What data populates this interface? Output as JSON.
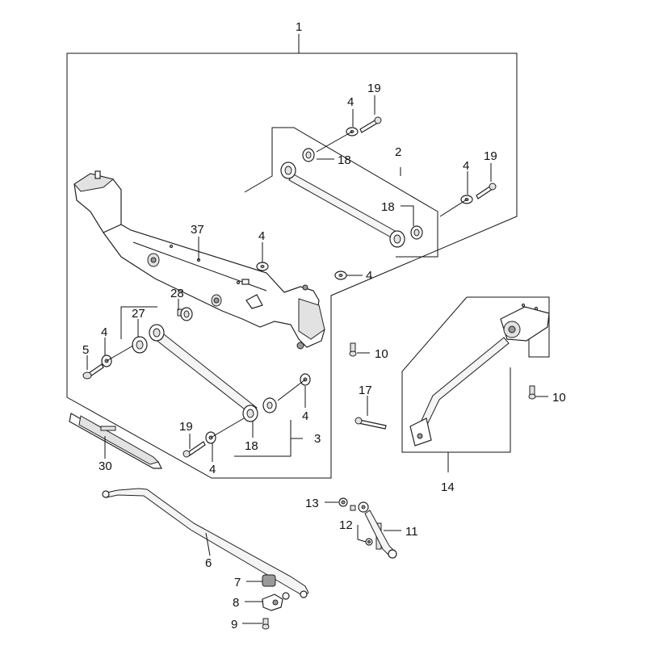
{
  "diagram": {
    "labels": {
      "n1": "1",
      "n2": "2",
      "n3": "3",
      "n4a": "4",
      "n4b": "4",
      "n4c": "4",
      "n4d": "4",
      "n4e": "4",
      "n4f": "4",
      "n4g": "4",
      "n5": "5",
      "n6": "6",
      "n7": "7",
      "n8": "8",
      "n9": "9",
      "n10a": "10",
      "n10b": "10",
      "n11": "11",
      "n12": "12",
      "n13": "13",
      "n14": "14",
      "n17": "17",
      "n18a": "18",
      "n18b": "18",
      "n18c": "18",
      "n19a": "19",
      "n19b": "19",
      "n19c": "19",
      "n27": "27",
      "n28": "28",
      "n30": "30",
      "n37": "37"
    }
  }
}
